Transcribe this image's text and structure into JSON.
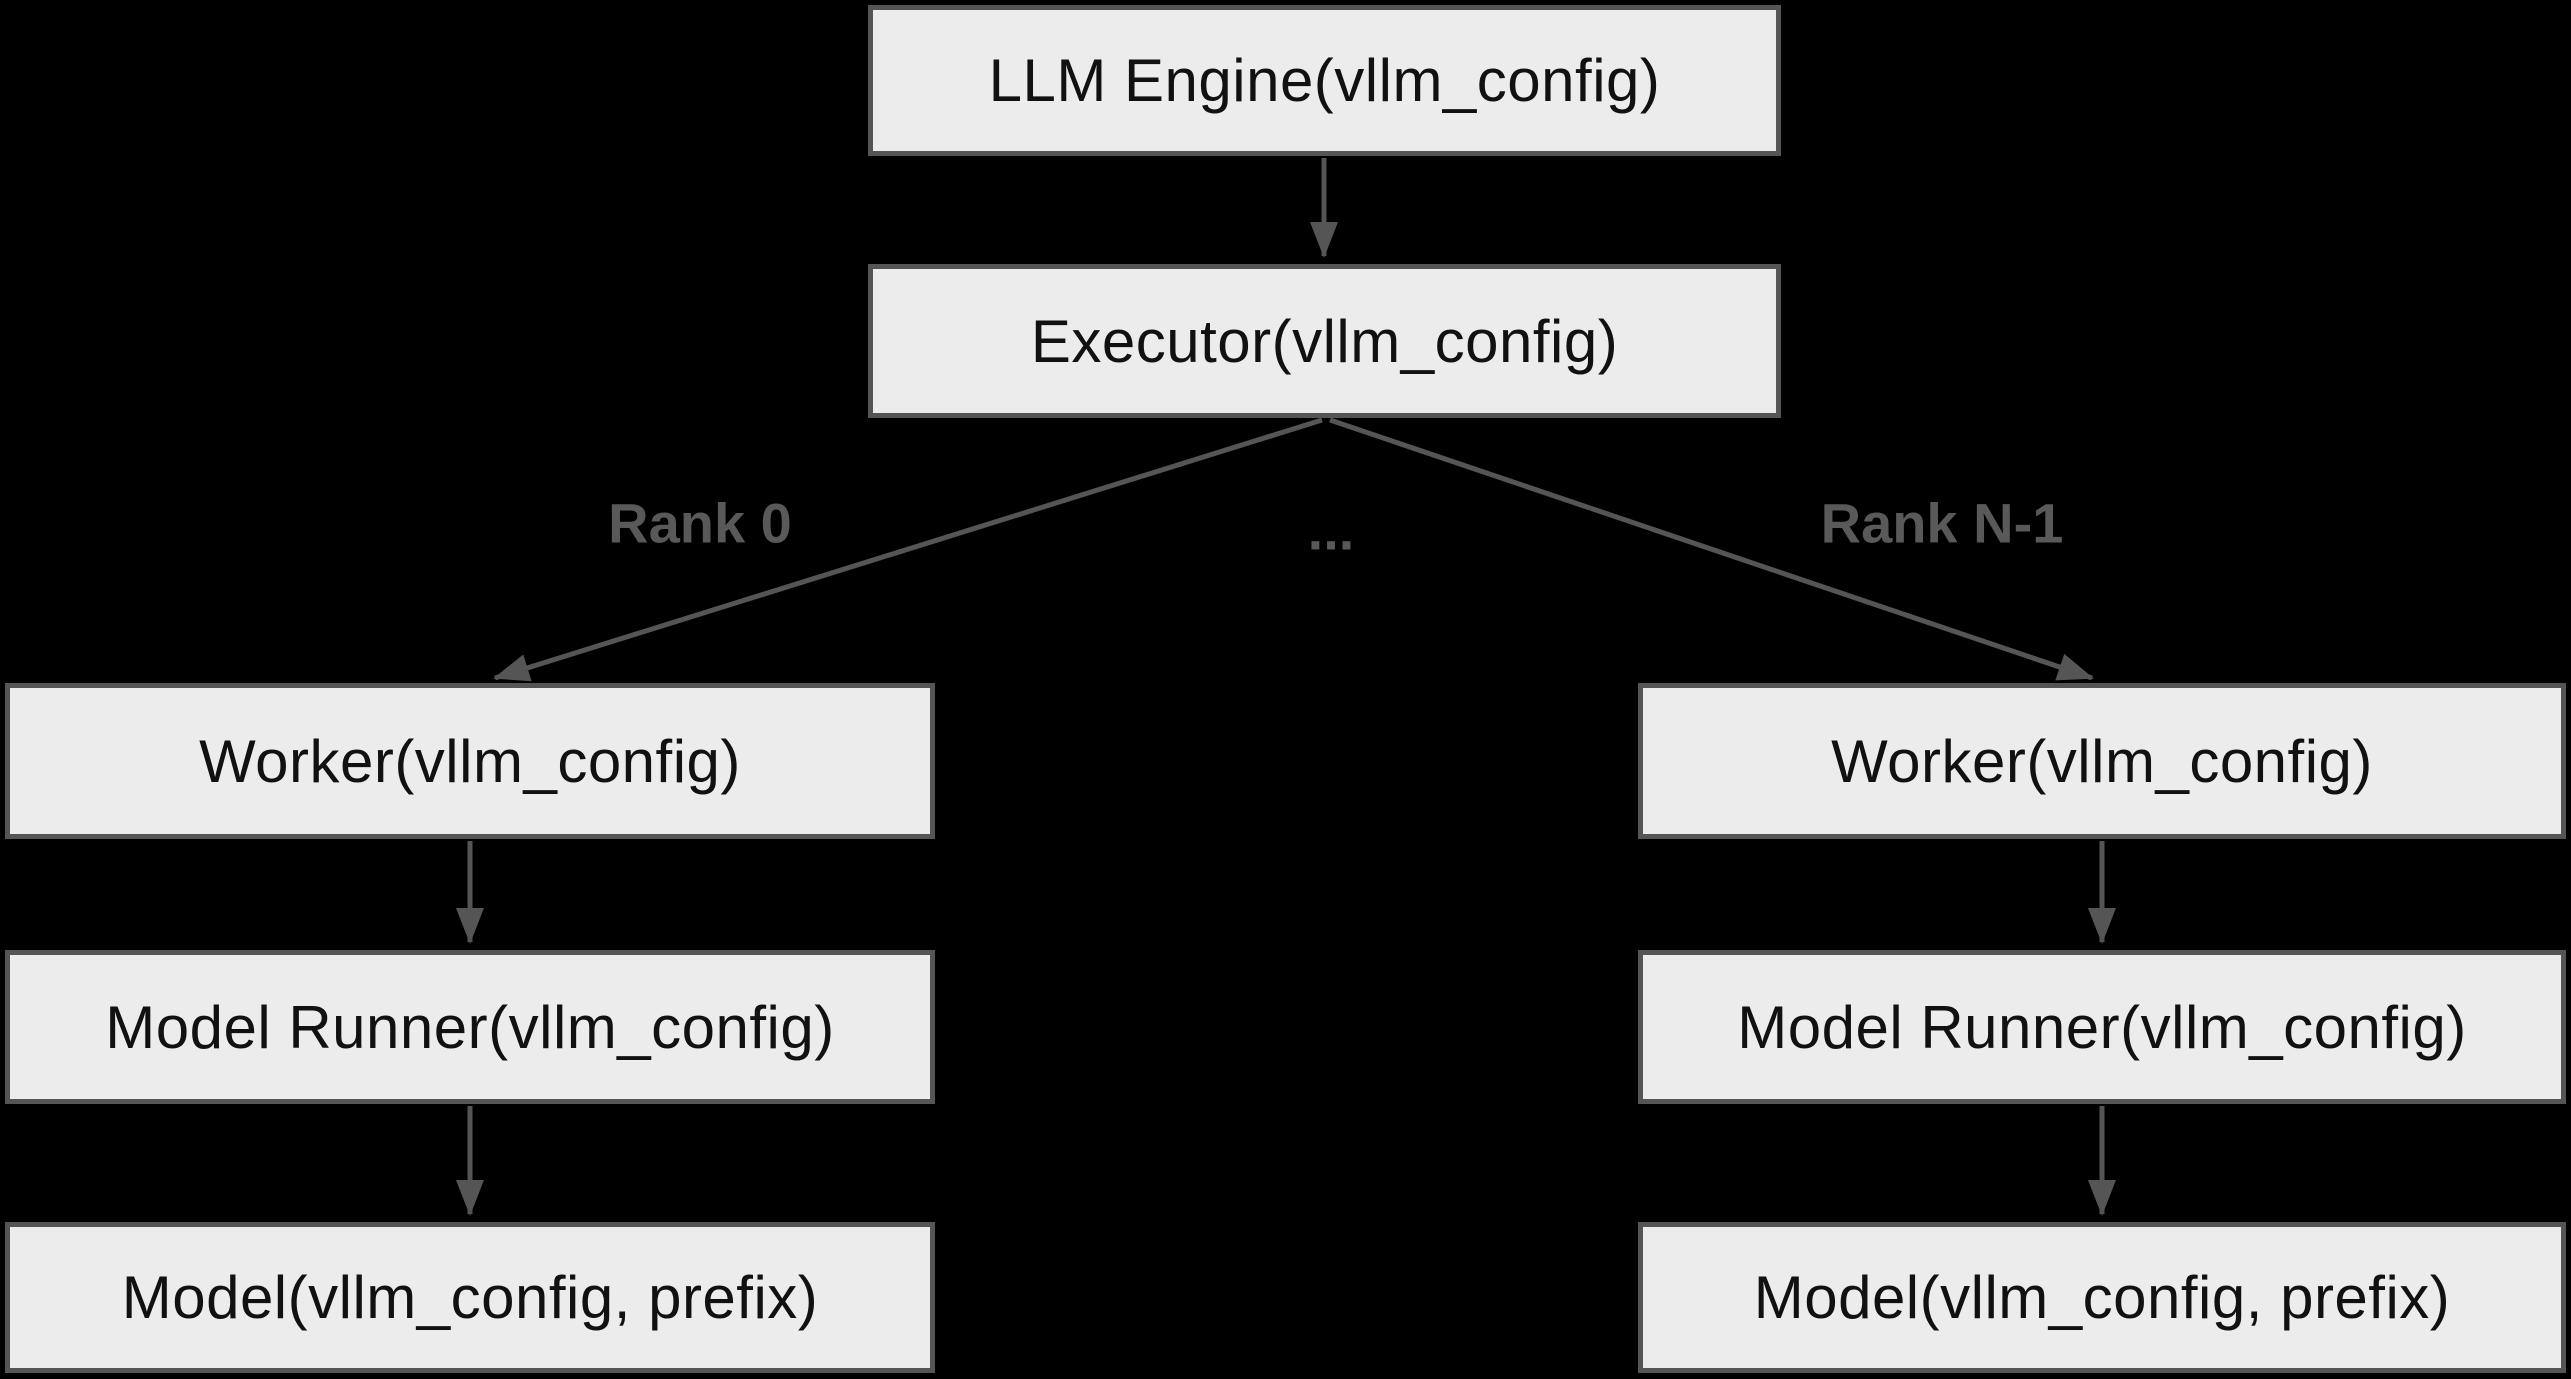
{
  "diagram": {
    "nodes": {
      "llm_engine": {
        "label": "LLM Engine(vllm_config)"
      },
      "executor": {
        "label": "Executor(vllm_config)"
      },
      "worker_left": {
        "label": "Worker(vllm_config)"
      },
      "model_runner_left": {
        "label": "Model Runner(vllm_config)"
      },
      "model_left": {
        "label": "Model(vllm_config, prefix)"
      },
      "worker_right": {
        "label": "Worker(vllm_config)"
      },
      "model_runner_right": {
        "label": "Model Runner(vllm_config)"
      },
      "model_right": {
        "label": "Model(vllm_config, prefix)"
      }
    },
    "edge_labels": {
      "rank_0": "Rank 0",
      "ellipsis": "...",
      "rank_n_1": "Rank N-1"
    },
    "colors": {
      "background": "#000000",
      "node_fill": "#ececec",
      "node_border": "#555555",
      "node_text": "#111111",
      "edge": "#555555",
      "edge_label": "#595959"
    }
  }
}
